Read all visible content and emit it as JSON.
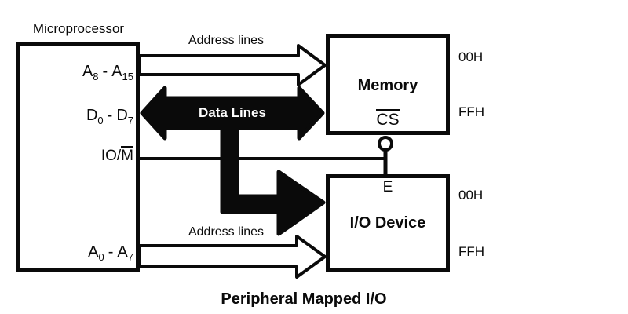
{
  "colors": {
    "ink": "#0a0a0a",
    "background": "#ffffff"
  },
  "title": "Peripheral Mapped I/O",
  "processor": {
    "label": "Microprocessor",
    "pins": {
      "addr_high": {
        "base1": "A",
        "sub1": "8",
        "sep": "-",
        "base2": "A",
        "sub2": "15"
      },
      "data": {
        "base1": "D",
        "sub1": "0",
        "sep": "-",
        "base2": "D",
        "sub2": "7"
      },
      "iom": {
        "prefix": "IO/",
        "overlined": "M"
      },
      "addr_low": {
        "base1": "A",
        "sub1": "0",
        "sep": "-",
        "base2": "A",
        "sub2": "7"
      }
    }
  },
  "buses": {
    "address_upper_label": "Address lines",
    "data_label": "Data Lines",
    "address_lower_label": "Address lines"
  },
  "memory": {
    "label": "Memory",
    "chip_select": "CS",
    "range_start": "00H",
    "range_end": "FFH"
  },
  "io_device": {
    "label": "I/O Device",
    "enable": "E",
    "range_start": "00H",
    "range_end": "FFH"
  }
}
